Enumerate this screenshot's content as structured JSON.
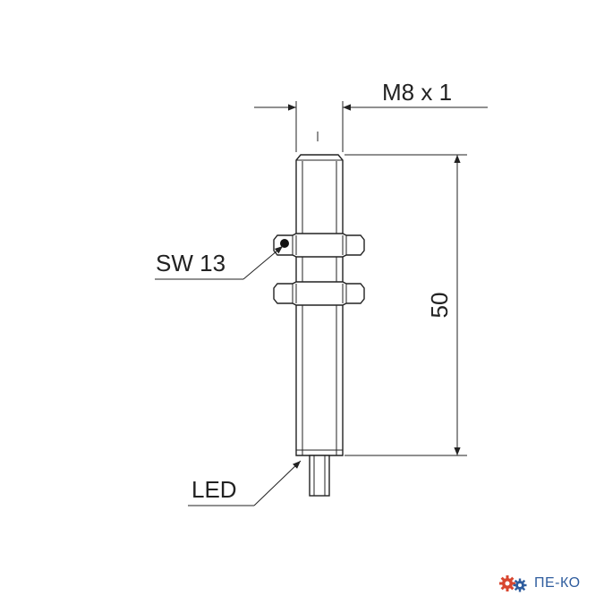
{
  "drawing": {
    "thread_label": "M8 x 1",
    "length_label": "50",
    "wrench_label": "SW 13",
    "led_label": "LED"
  },
  "logo": {
    "text": "ПЕ-КО",
    "colors": {
      "gear_red": "#d8462f",
      "gear_blue": "#2f5d9e"
    }
  },
  "colors": {
    "line": "#222222",
    "background": "#ffffff"
  }
}
